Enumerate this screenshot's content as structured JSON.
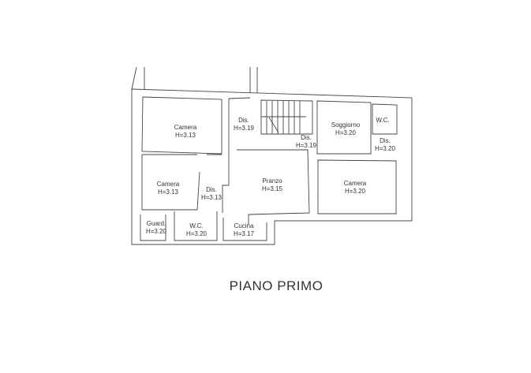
{
  "plan": {
    "title": "PIANO PRIMO",
    "rooms": [
      {
        "name": "Camera",
        "height": "H=3.13"
      },
      {
        "name": "Dis.",
        "height": "H=3.19"
      },
      {
        "name": "Soggiorno",
        "height": "H=3.20"
      },
      {
        "name": "W.C.",
        "height": ""
      },
      {
        "name": "Dis.",
        "height": "H=3.19"
      },
      {
        "name": "Dis.",
        "height": "H=3.20"
      },
      {
        "name": "Camera",
        "height": "H=3.13"
      },
      {
        "name": "Dis.",
        "height": "H=3.13"
      },
      {
        "name": "Pranzo",
        "height": "H=3.15"
      },
      {
        "name": "Camera",
        "height": "H=3.20"
      },
      {
        "name": "Guard.",
        "height": "H=3.20"
      },
      {
        "name": "W.C.",
        "height": "H=3.20"
      },
      {
        "name": "Cucina",
        "height": "H=3.17"
      }
    ]
  }
}
